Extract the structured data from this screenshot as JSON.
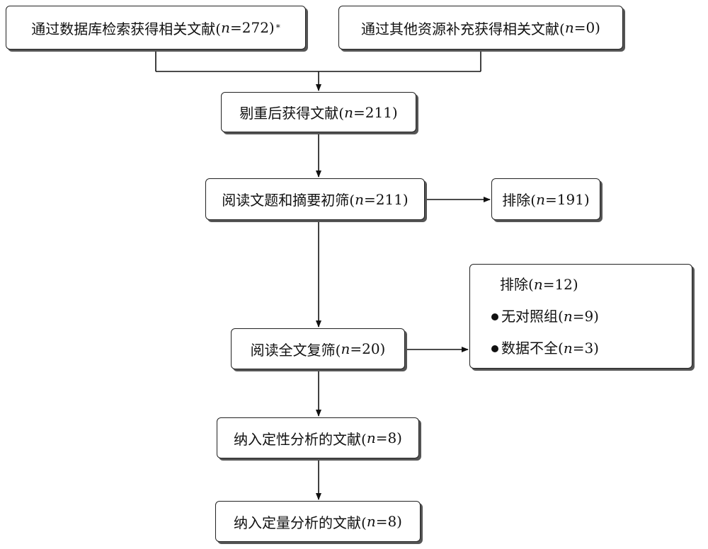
{
  "nodes": {
    "db_search": {
      "pre": "通过数据库检索获得相关文献(",
      "n": "n",
      "val": "=272)",
      "sup": "*"
    },
    "other": {
      "pre": "通过其他资源补充获得相关文献(",
      "n": "n",
      "val": "=0)"
    },
    "dedup": {
      "pre": "剔重后获得文献(",
      "n": "n",
      "val": "=211)"
    },
    "title_screen": {
      "pre": "阅读文题和摘要初筛(",
      "n": "n",
      "val": "=211)"
    },
    "excluded_1": {
      "pre": "排除(",
      "n": "n",
      "val": "=191)"
    },
    "fulltext": {
      "pre": "阅读全文复筛(",
      "n": "n",
      "val": "=20)"
    },
    "excluded_2": {
      "title": {
        "pre": "排除(",
        "n": "n",
        "val": "=12)"
      },
      "items": [
        {
          "pre": "无对照组(",
          "n": "n",
          "val": "=9)"
        },
        {
          "pre": "数据不全(",
          "n": "n",
          "val": "=3)"
        }
      ]
    },
    "qualitative": {
      "pre": "纳入定性分析的文献(",
      "n": "n",
      "val": "=8)"
    },
    "quantitative": {
      "pre": "纳入定量分析的文献(",
      "n": "n",
      "val": "=8)"
    }
  }
}
